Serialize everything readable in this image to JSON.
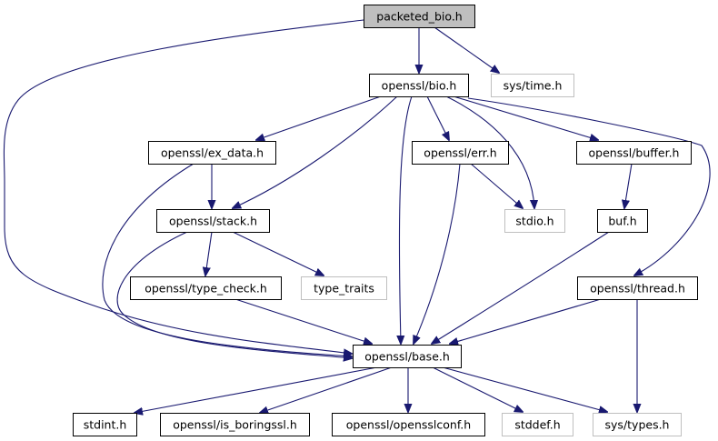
{
  "title": "packeted_bio.h",
  "colors": {
    "edge": "#191970",
    "root_fill": "#bfbfbf",
    "root_border": "#000000",
    "internal_border": "#000000",
    "external_border": "#bfbfbf",
    "node_fill": "#ffffff"
  },
  "nodes": [
    {
      "id": "packeted_bio",
      "label": "packeted_bio.h",
      "kind": "root"
    },
    {
      "id": "bio",
      "label": "openssl/bio.h",
      "kind": "internal"
    },
    {
      "id": "systime",
      "label": "sys/time.h",
      "kind": "external"
    },
    {
      "id": "ex_data",
      "label": "openssl/ex_data.h",
      "kind": "internal"
    },
    {
      "id": "err",
      "label": "openssl/err.h",
      "kind": "internal"
    },
    {
      "id": "buffer",
      "label": "openssl/buffer.h",
      "kind": "internal"
    },
    {
      "id": "stack",
      "label": "openssl/stack.h",
      "kind": "internal"
    },
    {
      "id": "stdio",
      "label": "stdio.h",
      "kind": "external"
    },
    {
      "id": "buf",
      "label": "buf.h",
      "kind": "internal"
    },
    {
      "id": "type_check",
      "label": "openssl/type_check.h",
      "kind": "internal"
    },
    {
      "id": "type_traits",
      "label": "type_traits",
      "kind": "external"
    },
    {
      "id": "thread",
      "label": "openssl/thread.h",
      "kind": "internal"
    },
    {
      "id": "base",
      "label": "openssl/base.h",
      "kind": "internal"
    },
    {
      "id": "stdint",
      "label": "stdint.h",
      "kind": "internal"
    },
    {
      "id": "is_boringssl",
      "label": "openssl/is_boringssl.h",
      "kind": "internal"
    },
    {
      "id": "opensslconf",
      "label": "openssl/opensslconf.h",
      "kind": "internal"
    },
    {
      "id": "stddef",
      "label": "stddef.h",
      "kind": "external"
    },
    {
      "id": "systypes",
      "label": "sys/types.h",
      "kind": "external"
    }
  ],
  "edges": [
    {
      "from": "packeted_bio",
      "to": "bio"
    },
    {
      "from": "packeted_bio",
      "to": "systime"
    },
    {
      "from": "packeted_bio",
      "to": "base"
    },
    {
      "from": "bio",
      "to": "ex_data"
    },
    {
      "from": "bio",
      "to": "stack"
    },
    {
      "from": "bio",
      "to": "err"
    },
    {
      "from": "bio",
      "to": "stdio"
    },
    {
      "from": "bio",
      "to": "buffer"
    },
    {
      "from": "bio",
      "to": "base"
    },
    {
      "from": "bio",
      "to": "thread"
    },
    {
      "from": "ex_data",
      "to": "stack"
    },
    {
      "from": "ex_data",
      "to": "base"
    },
    {
      "from": "err",
      "to": "stdio"
    },
    {
      "from": "err",
      "to": "base"
    },
    {
      "from": "buffer",
      "to": "buf"
    },
    {
      "from": "buf",
      "to": "base"
    },
    {
      "from": "stack",
      "to": "type_check"
    },
    {
      "from": "stack",
      "to": "type_traits"
    },
    {
      "from": "stack",
      "to": "base"
    },
    {
      "from": "type_check",
      "to": "base"
    },
    {
      "from": "thread",
      "to": "base"
    },
    {
      "from": "thread",
      "to": "systypes"
    },
    {
      "from": "base",
      "to": "stdint"
    },
    {
      "from": "base",
      "to": "is_boringssl"
    },
    {
      "from": "base",
      "to": "opensslconf"
    },
    {
      "from": "base",
      "to": "stddef"
    },
    {
      "from": "base",
      "to": "systypes"
    }
  ]
}
